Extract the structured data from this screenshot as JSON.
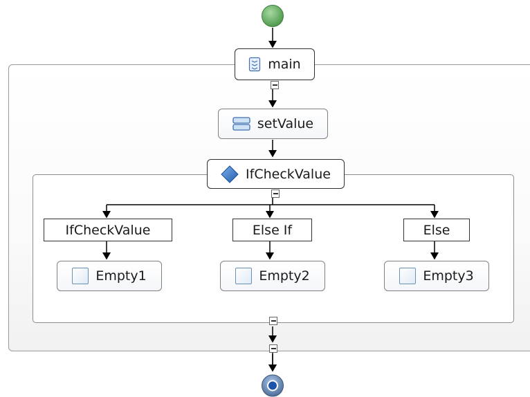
{
  "workflow": {
    "start": {
      "icon": "start-event-icon",
      "color": "#5aa35a"
    },
    "end": {
      "icon": "end-event-icon",
      "color": "#2a5fb0"
    },
    "sequence": {
      "label": "main",
      "icon": "sequence-icon"
    },
    "assign": {
      "label": "setValue",
      "icon": "assign-icon"
    },
    "if_block": {
      "label": "IfCheckValue",
      "icon": "if-diamond-icon",
      "color": "#2f6fc9"
    },
    "branches": [
      {
        "condition": "IfCheckValue",
        "activity": "Empty1",
        "icon": "empty-activity-icon"
      },
      {
        "condition": "Else If",
        "activity": "Empty2",
        "icon": "empty-activity-icon"
      },
      {
        "condition": "Else",
        "activity": "Empty3",
        "icon": "empty-activity-icon"
      }
    ]
  }
}
